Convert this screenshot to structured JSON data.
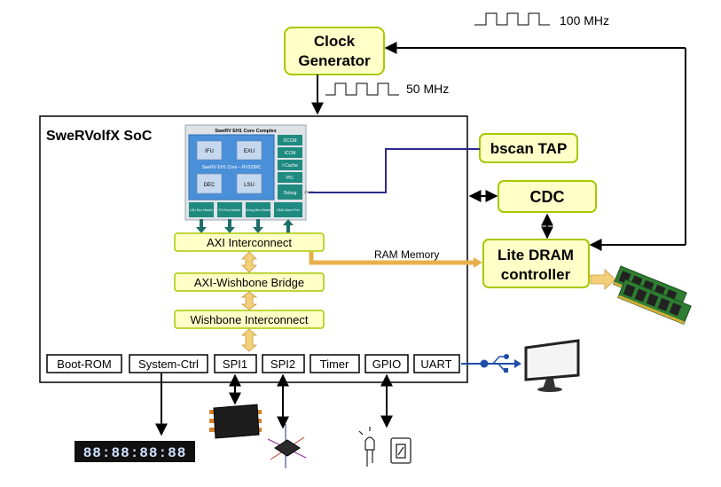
{
  "clock_generator": {
    "line1": "Clock",
    "line2": "Generator"
  },
  "freq_in": "100 MHz",
  "freq_out": "50 MHz",
  "soc_title": "SweRVolfX SoC",
  "core": {
    "title": "SweRV EH1 Core Complex",
    "core_label": "SweRV EH1 Core – RV32IMC",
    "ifu": "IFU",
    "exu": "EXU",
    "dec": "DEC",
    "lsu": "LSU",
    "side": [
      "DCCM",
      "ICCM",
      "I-Cache",
      "PIC",
      "Debug"
    ],
    "jtag": "JTAG",
    "ports": [
      "LSU Bus Master",
      "IFU Bus Master",
      "Debug Bus Master",
      "DMA Slave Port"
    ]
  },
  "axi_interconnect": "AXI Interconnect",
  "axi_wb_bridge": "AXI-Wishbone Bridge",
  "wb_interconnect": "Wishbone Interconnect",
  "ram_memory": "RAM Memory",
  "bscan_tap": "bscan TAP",
  "cdc": "CDC",
  "lite_dram": {
    "line1": "Lite DRAM",
    "line2": "controller"
  },
  "peripherals": [
    "Boot-ROM",
    "System-Ctrl",
    "SPI1",
    "SPI2",
    "Timer",
    "GPIO",
    "UART"
  ],
  "seg_display": "88:88:88:88",
  "colors": {
    "yellow_fill": "#ffffc8",
    "yellow_border": "#a8c800",
    "core_blue": "#4a90d9",
    "teal": "#1f8a80",
    "wire_blue": "#2a2a8a",
    "usb_blue": "#1f4ea8"
  }
}
